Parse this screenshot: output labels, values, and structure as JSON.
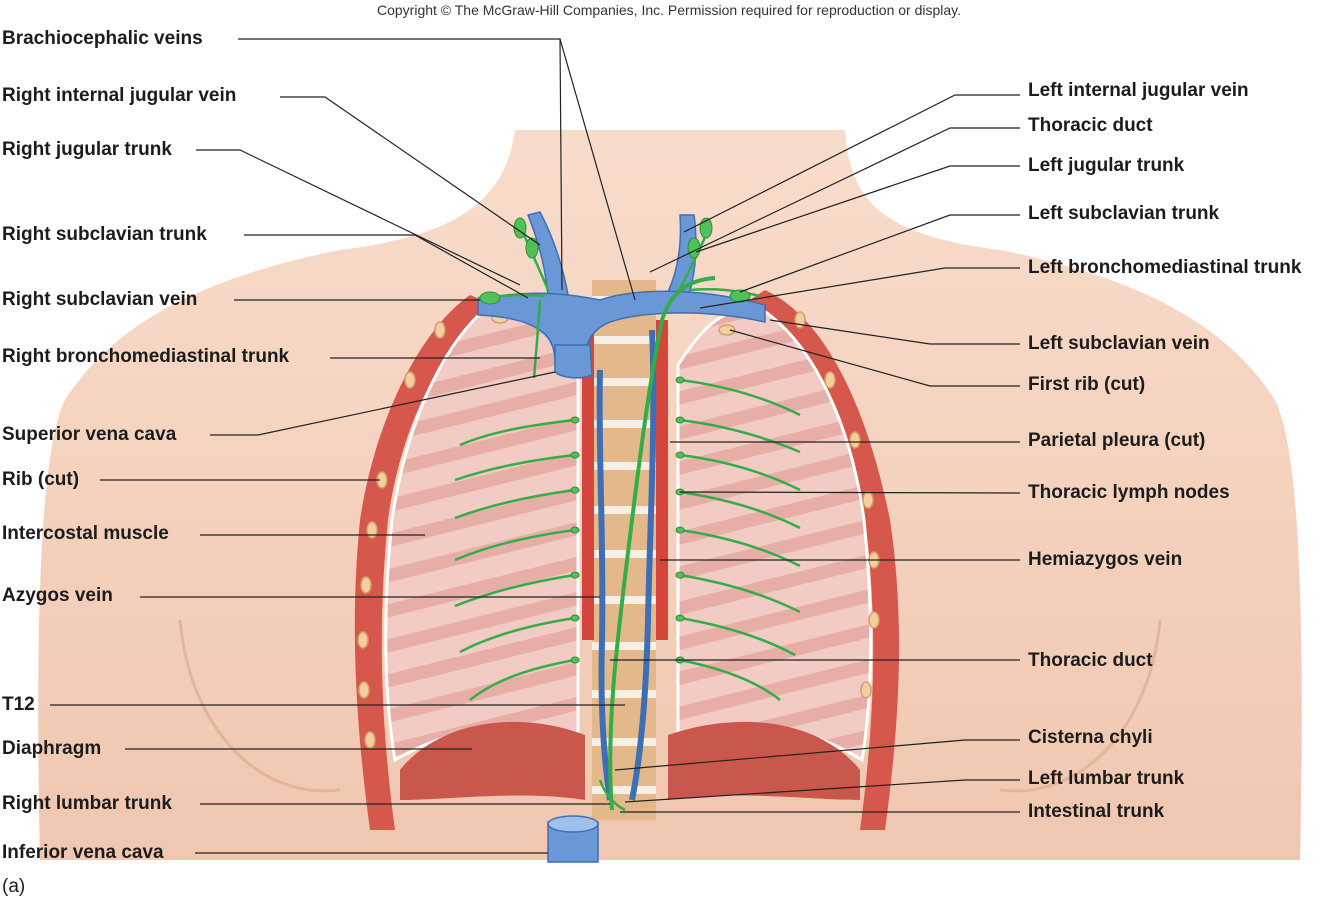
{
  "copyright": "Copyright © The McGraw-Hill Companies, Inc. Permission required for reproduction or display.",
  "panel_label": "(a)",
  "colors": {
    "skin": "#f3cdb8",
    "lung": "#efc4bc",
    "lymph": "#35b24a",
    "vein": "#5f8fd0",
    "muscle": "#d9534a",
    "bone": "#e8c39a"
  },
  "labels_left": [
    "Brachiocephalic veins",
    "Right internal jugular vein",
    "Right jugular trunk",
    "Right subclavian trunk",
    "Right subclavian vein",
    "Right bronchomediastinal trunk",
    "Superior vena cava",
    "Rib (cut)",
    "Intercostal muscle",
    "Azygos vein",
    "T12",
    "Diaphragm",
    "Right lumbar trunk",
    "Inferior vena cava"
  ],
  "labels_right": [
    "Left internal jugular vein",
    "Thoracic duct",
    "Left jugular trunk",
    "Left subclavian trunk",
    "Left bronchomediastinal trunk",
    "Left subclavian vein",
    "First rib (cut)",
    "Parietal pleura (cut)",
    "Thoracic lymph nodes",
    "Hemiazygos vein",
    "Thoracic duct",
    "Cisterna chyli",
    "Left lumbar trunk",
    "Intestinal trunk"
  ]
}
